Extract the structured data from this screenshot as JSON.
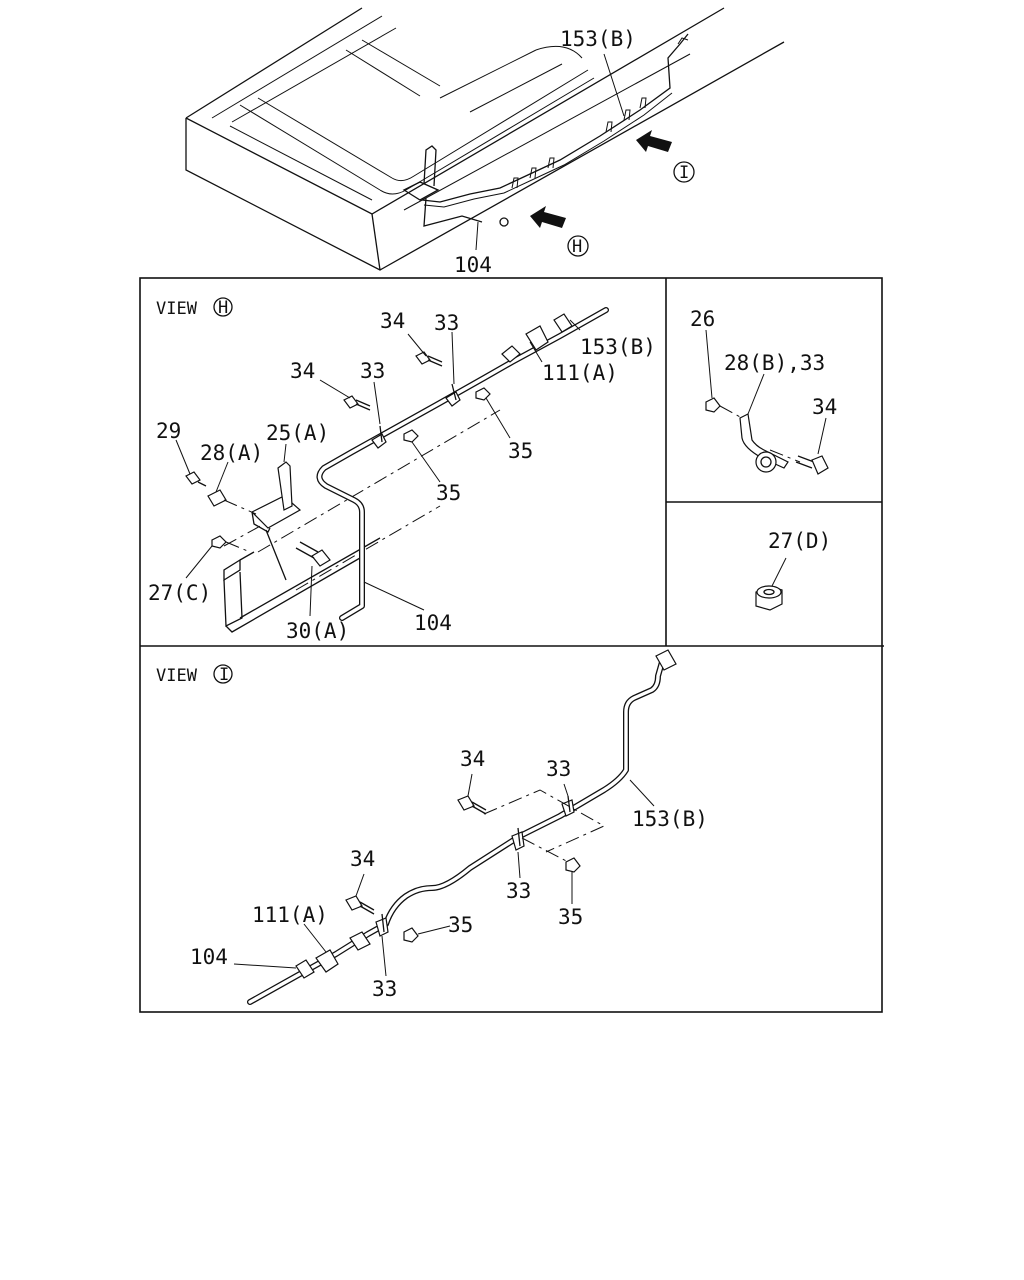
{
  "views": {
    "h_title": "VIEW",
    "h_letter": "H",
    "i_title": "VIEW",
    "i_letter": "I"
  },
  "overview": {
    "pipe_label": "153(B)",
    "pipe_end_label": "104",
    "arrow_i": "I",
    "arrow_h": "H"
  },
  "view_h_labels": {
    "l34a": "34",
    "l33a": "33",
    "l153": "153(B)",
    "l111": "111(A)",
    "l34b": "34",
    "l33b": "33",
    "l35a": "35",
    "l35b": "35",
    "l29": "29",
    "l28a": "28(A)",
    "l25a": "25(A)",
    "l27c": "27(C)",
    "l30a": "30(A)",
    "l104": "104"
  },
  "detail_clip_labels": {
    "l26": "26",
    "l28b": "28(B),33",
    "l34": "34"
  },
  "detail_nut_labels": {
    "l27d": "27(D)"
  },
  "view_i_labels": {
    "l34a": "34",
    "l33a": "33",
    "l153": "153(B)",
    "l34b": "34",
    "l33b": "33",
    "l35a": "35",
    "l111": "111(A)",
    "l104": "104",
    "l35b": "35",
    "l33c": "33"
  }
}
